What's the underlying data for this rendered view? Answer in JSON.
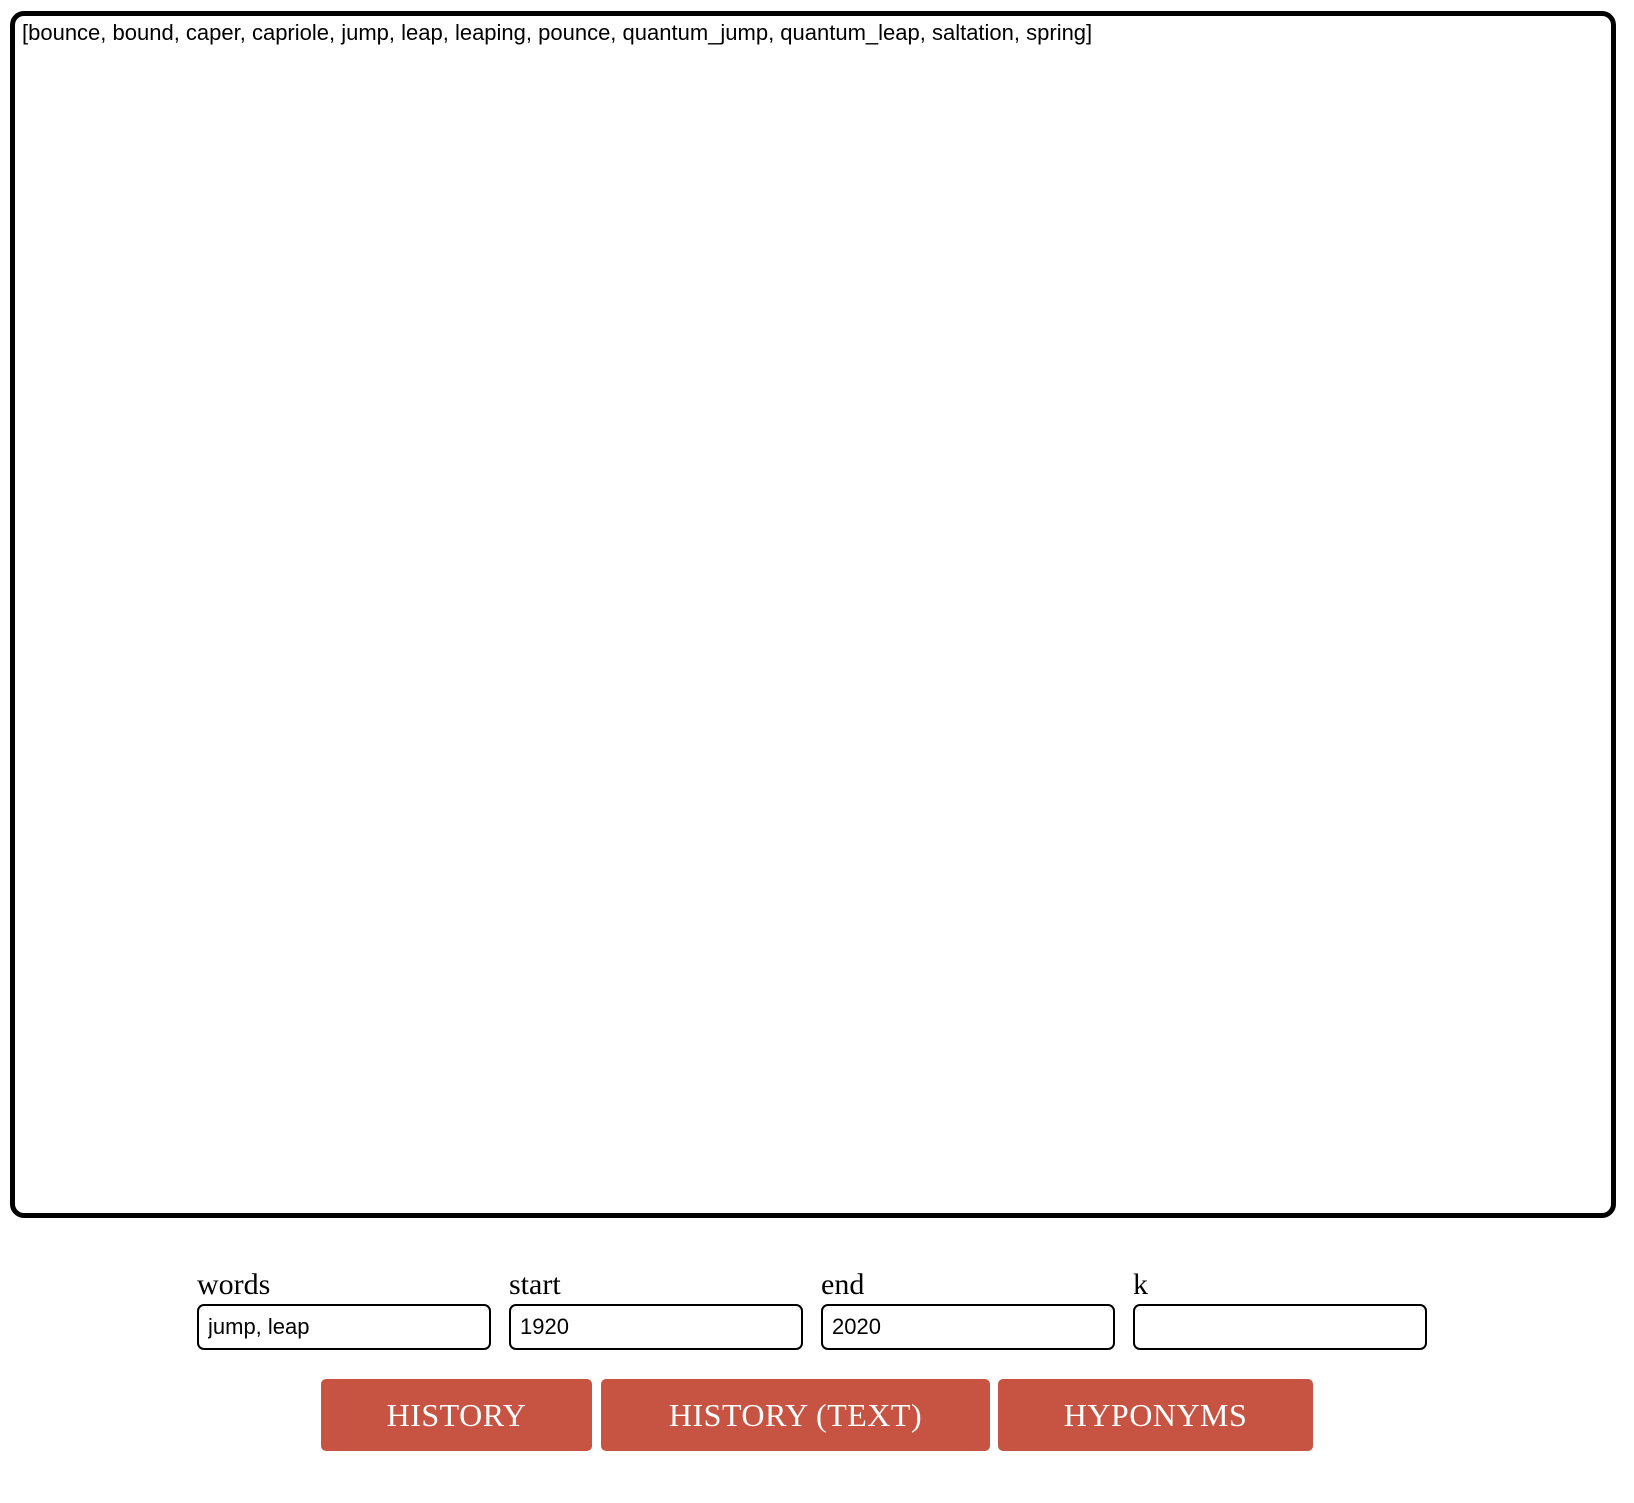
{
  "output": {
    "text": "[bounce, bound, caper, capriole, jump, leap, leaping, pounce, quantum_jump, quantum_leap, saltation, spring]"
  },
  "form": {
    "words": {
      "label": "words",
      "value": "jump, leap"
    },
    "start": {
      "label": "start",
      "value": "1920"
    },
    "end": {
      "label": "end",
      "value": "2020"
    },
    "k": {
      "label": "k",
      "value": ""
    }
  },
  "buttons": {
    "history": "HISTORY",
    "history_text": "HISTORY (TEXT)",
    "hyponyms": "HYPONYMS"
  },
  "colors": {
    "button_bg": "#c75442",
    "button_text": "#ffffff"
  }
}
